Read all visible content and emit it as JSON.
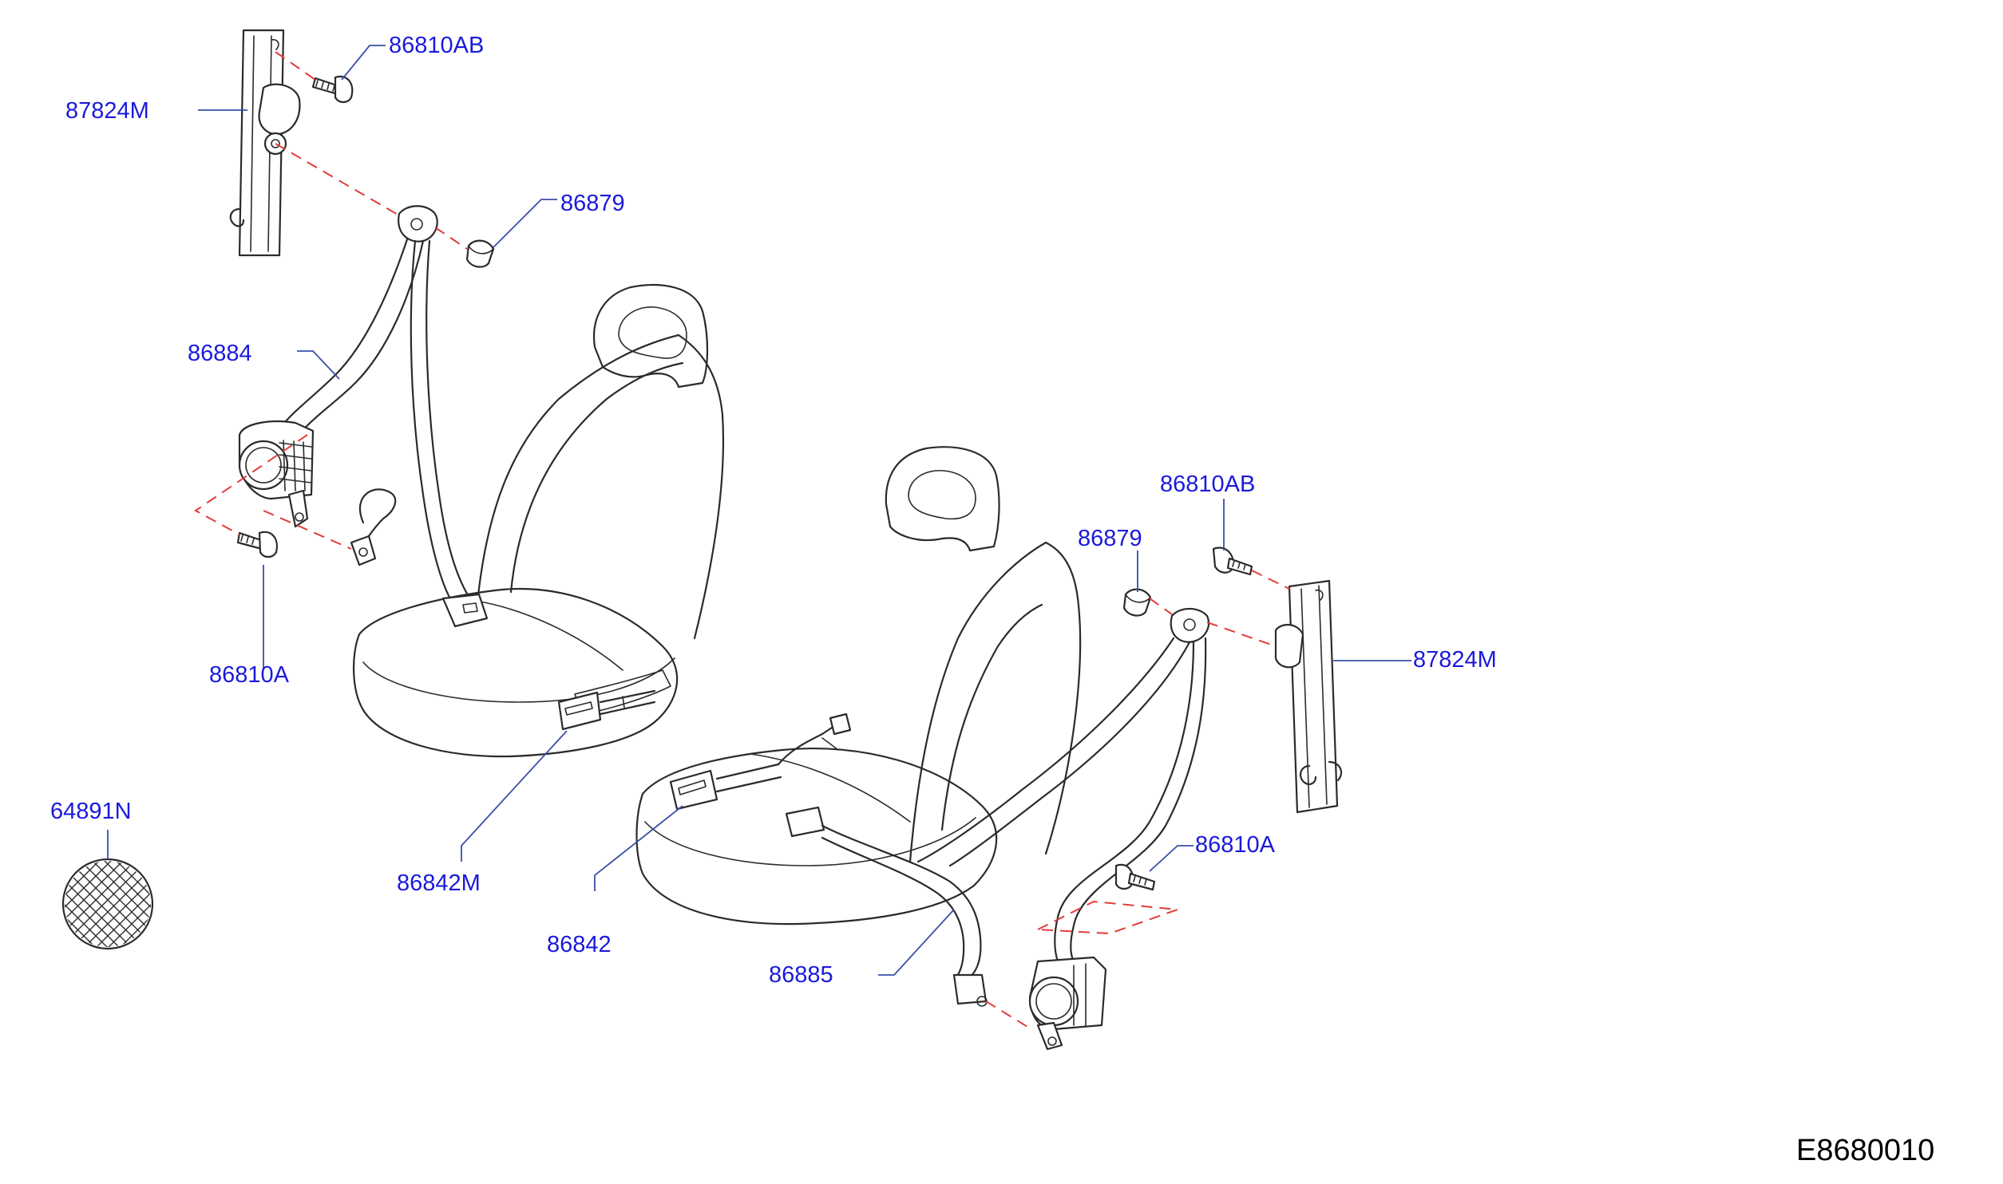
{
  "diagram": {
    "code": "E8680010",
    "labels": {
      "top_left_bolt_ab": "86810AB",
      "top_left_adjuster": "87824M",
      "top_left_cap": "86879",
      "left_belt": "86884",
      "left_bolt_a": "86810A",
      "left_buckle": "86842M",
      "grommet": "64891N",
      "right_bolt_ab": "86810AB",
      "right_cap": "86879",
      "right_adjuster": "87824M",
      "right_bolt_a": "86810A",
      "right_buckle": "86842",
      "right_belt": "86885"
    }
  },
  "colors": {
    "label": "#1a1adb",
    "leader": "#3a4fa8",
    "centerline": "#e43b3b",
    "line_art": "#2b2b2b"
  }
}
